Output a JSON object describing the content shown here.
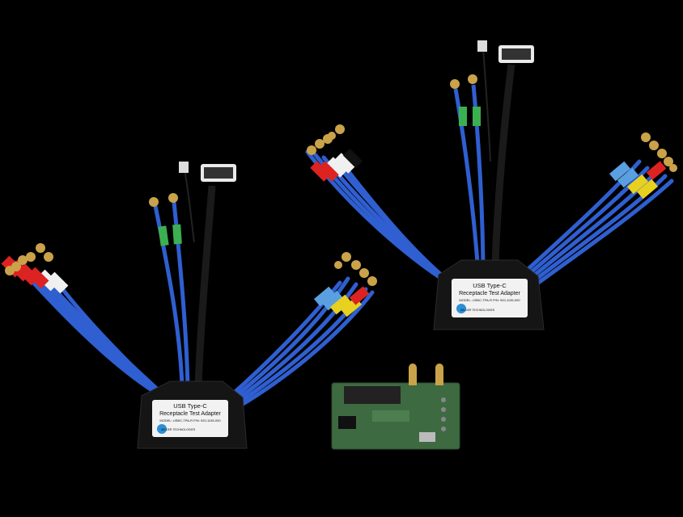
{
  "colors": {
    "background": "#000000",
    "cable_blue": "#2f5fd0",
    "cable_black": "#1a1a1a",
    "connector_gold": "#c9a24a",
    "pcb_green": "#3e6a42",
    "housing": "#151515",
    "label_white": "#f2f2f2"
  },
  "adapter_left": {
    "line1": "USB Type-C",
    "line2": "Receptacle Test Adapter",
    "model": "MODEL: USBC-TPA-R  P/N: 920-1135-000",
    "brand": "WILDER TECHNOLOGIES"
  },
  "adapter_right": {
    "line1": "USB Type-C",
    "line2": "Receptacle Test Adapter",
    "model": "MODEL: USBC-TPA-R  P/N: 920-1135-000",
    "brand": "WILDER TECHNOLOGIES"
  }
}
